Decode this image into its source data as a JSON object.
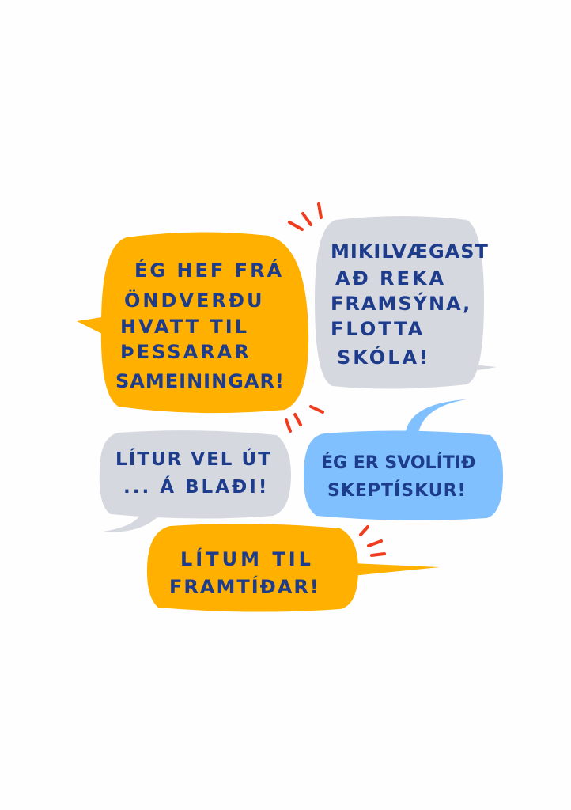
{
  "colors": {
    "orange": "#ffb000",
    "gray": "#d6d8df",
    "blue": "#80c0ff",
    "text": "#1e3c8c",
    "accent": "#f03c1e"
  },
  "bubbles": [
    {
      "lines": [
        "Ég hef frá",
        "öndverðu",
        "hvatt til",
        "þessarar",
        "sameiningar!"
      ]
    },
    {
      "lines": [
        "Mikilvægast",
        "að reka",
        "framsýna,",
        "flotta",
        "skóla!"
      ]
    },
    {
      "lines": [
        "Lítur vel út",
        "... á blaði!"
      ]
    },
    {
      "lines": [
        "Ég er svolítið",
        "skeptískur!"
      ]
    },
    {
      "lines": [
        "Lítum til",
        "framtíðar!"
      ]
    }
  ]
}
